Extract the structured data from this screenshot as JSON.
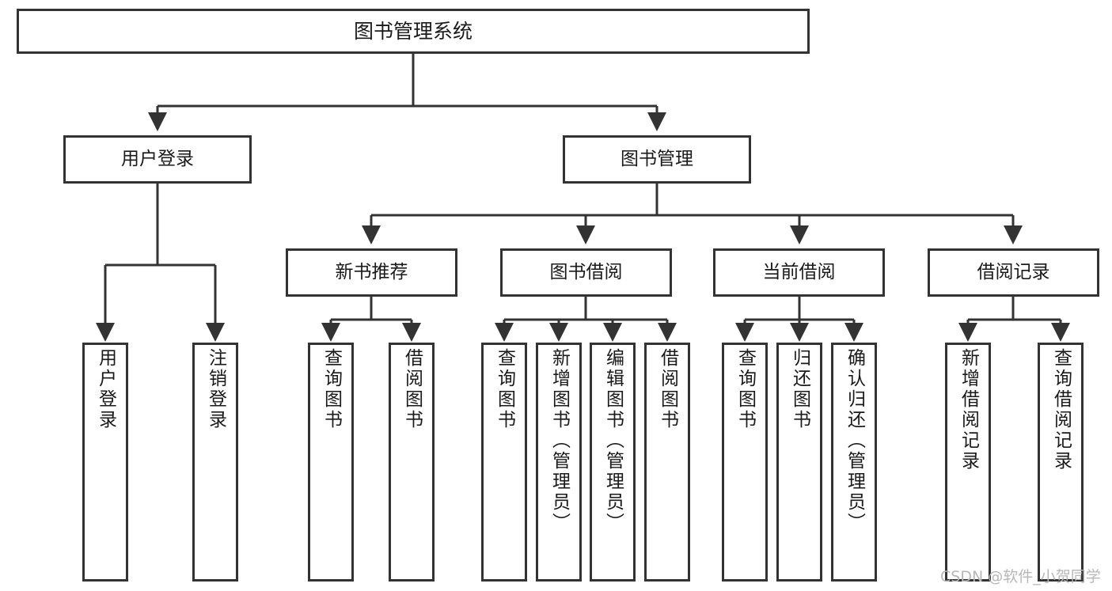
{
  "diagram": {
    "title": "图书管理系统",
    "type": "tree",
    "orientation": "top-down",
    "colors": {
      "box_border": "#333333",
      "box_fill": "#ffffff",
      "connector": "#333333",
      "text": "#1a1a1a",
      "watermark": "#b7b7b7",
      "background": "#ffffff"
    },
    "nodes": {
      "root": {
        "label": "图书管理系统"
      },
      "level1": [
        {
          "id": "user-login",
          "label": "用户登录"
        },
        {
          "id": "book-manage",
          "label": "图书管理"
        }
      ],
      "level2": [
        {
          "id": "new-book-recommend",
          "label": "新书推荐"
        },
        {
          "id": "book-borrow",
          "label": "图书借阅"
        },
        {
          "id": "current-borrow",
          "label": "当前借阅"
        },
        {
          "id": "borrow-record",
          "label": "借阅记录"
        }
      ],
      "leaves": {
        "user-login": [
          {
            "id": "leaf-user-login",
            "label": "用户登录"
          },
          {
            "id": "leaf-logout",
            "label": "注销登录"
          }
        ],
        "new-book-recommend": [
          {
            "id": "leaf-query-book-1",
            "label": "查询图书"
          },
          {
            "id": "leaf-borrow-book-1",
            "label": "借阅图书"
          }
        ],
        "book-borrow": [
          {
            "id": "leaf-query-book-2",
            "label": "查询图书"
          },
          {
            "id": "leaf-add-book",
            "label": "新增图书（管理员）"
          },
          {
            "id": "leaf-edit-book",
            "label": "编辑图书（管理员）"
          },
          {
            "id": "leaf-borrow-book-2",
            "label": "借阅图书"
          }
        ],
        "current-borrow": [
          {
            "id": "leaf-query-book-3",
            "label": "查询图书"
          },
          {
            "id": "leaf-return-book",
            "label": "归还图书"
          },
          {
            "id": "leaf-confirm-return",
            "label": "确认归还（管理员）"
          }
        ],
        "borrow-record": [
          {
            "id": "leaf-add-record",
            "label": "新增借阅记录"
          },
          {
            "id": "leaf-query-record",
            "label": "查询借阅记录"
          }
        ]
      }
    },
    "watermark": "CSDN @软件_小贺同学"
  }
}
